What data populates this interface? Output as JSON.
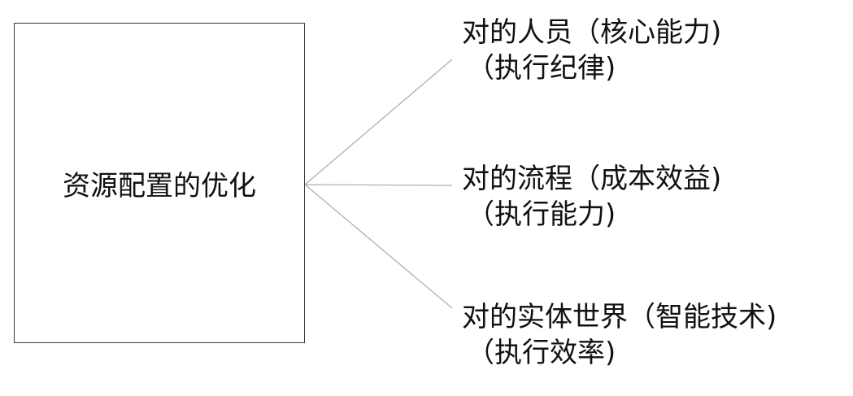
{
  "root": {
    "label": "资源配置的优化"
  },
  "branches": [
    {
      "title": "对的人员（核心能力)",
      "subtitle": "（执行纪律)"
    },
    {
      "title": "对的流程（成本效益)",
      "subtitle": "（执行能力)"
    },
    {
      "title": "对的实体世界（智能技术)",
      "subtitle": "（执行效率)"
    }
  ],
  "colors": {
    "box_border": "#3a3a3a",
    "connector": "#b0b0b0",
    "text": "#111111"
  }
}
